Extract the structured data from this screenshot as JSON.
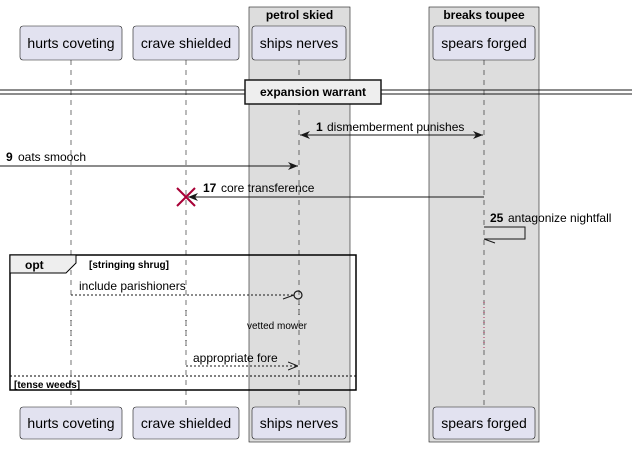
{
  "groups": {
    "petrol": "petrol skied",
    "breaks": "breaks toupee"
  },
  "participants": {
    "hurts": "hurts coveting",
    "crave": "crave shielded",
    "ships": "ships nerves",
    "spears": "spears forged"
  },
  "divider": "expansion warrant",
  "messages": {
    "m1": {
      "num": "1",
      "text": "dismemberment punishes"
    },
    "m9": {
      "num": "9",
      "text": "oats smooch"
    },
    "m17": {
      "num": "17",
      "text": "core transference"
    },
    "m25": {
      "num": "25",
      "text": "antagonize nightfall"
    },
    "include": "include parishioners",
    "vetted": "vetted mower",
    "fore": "appropriate fore"
  },
  "fragment": {
    "keyword": "opt",
    "guard": "[stringing shrug]",
    "else_guard": "[tense weeds]"
  },
  "colors": {
    "participant_fill": "#e2e2f0",
    "participant_border": "#181818",
    "box_fill": "#dddddd",
    "destroy": "#a80036"
  }
}
